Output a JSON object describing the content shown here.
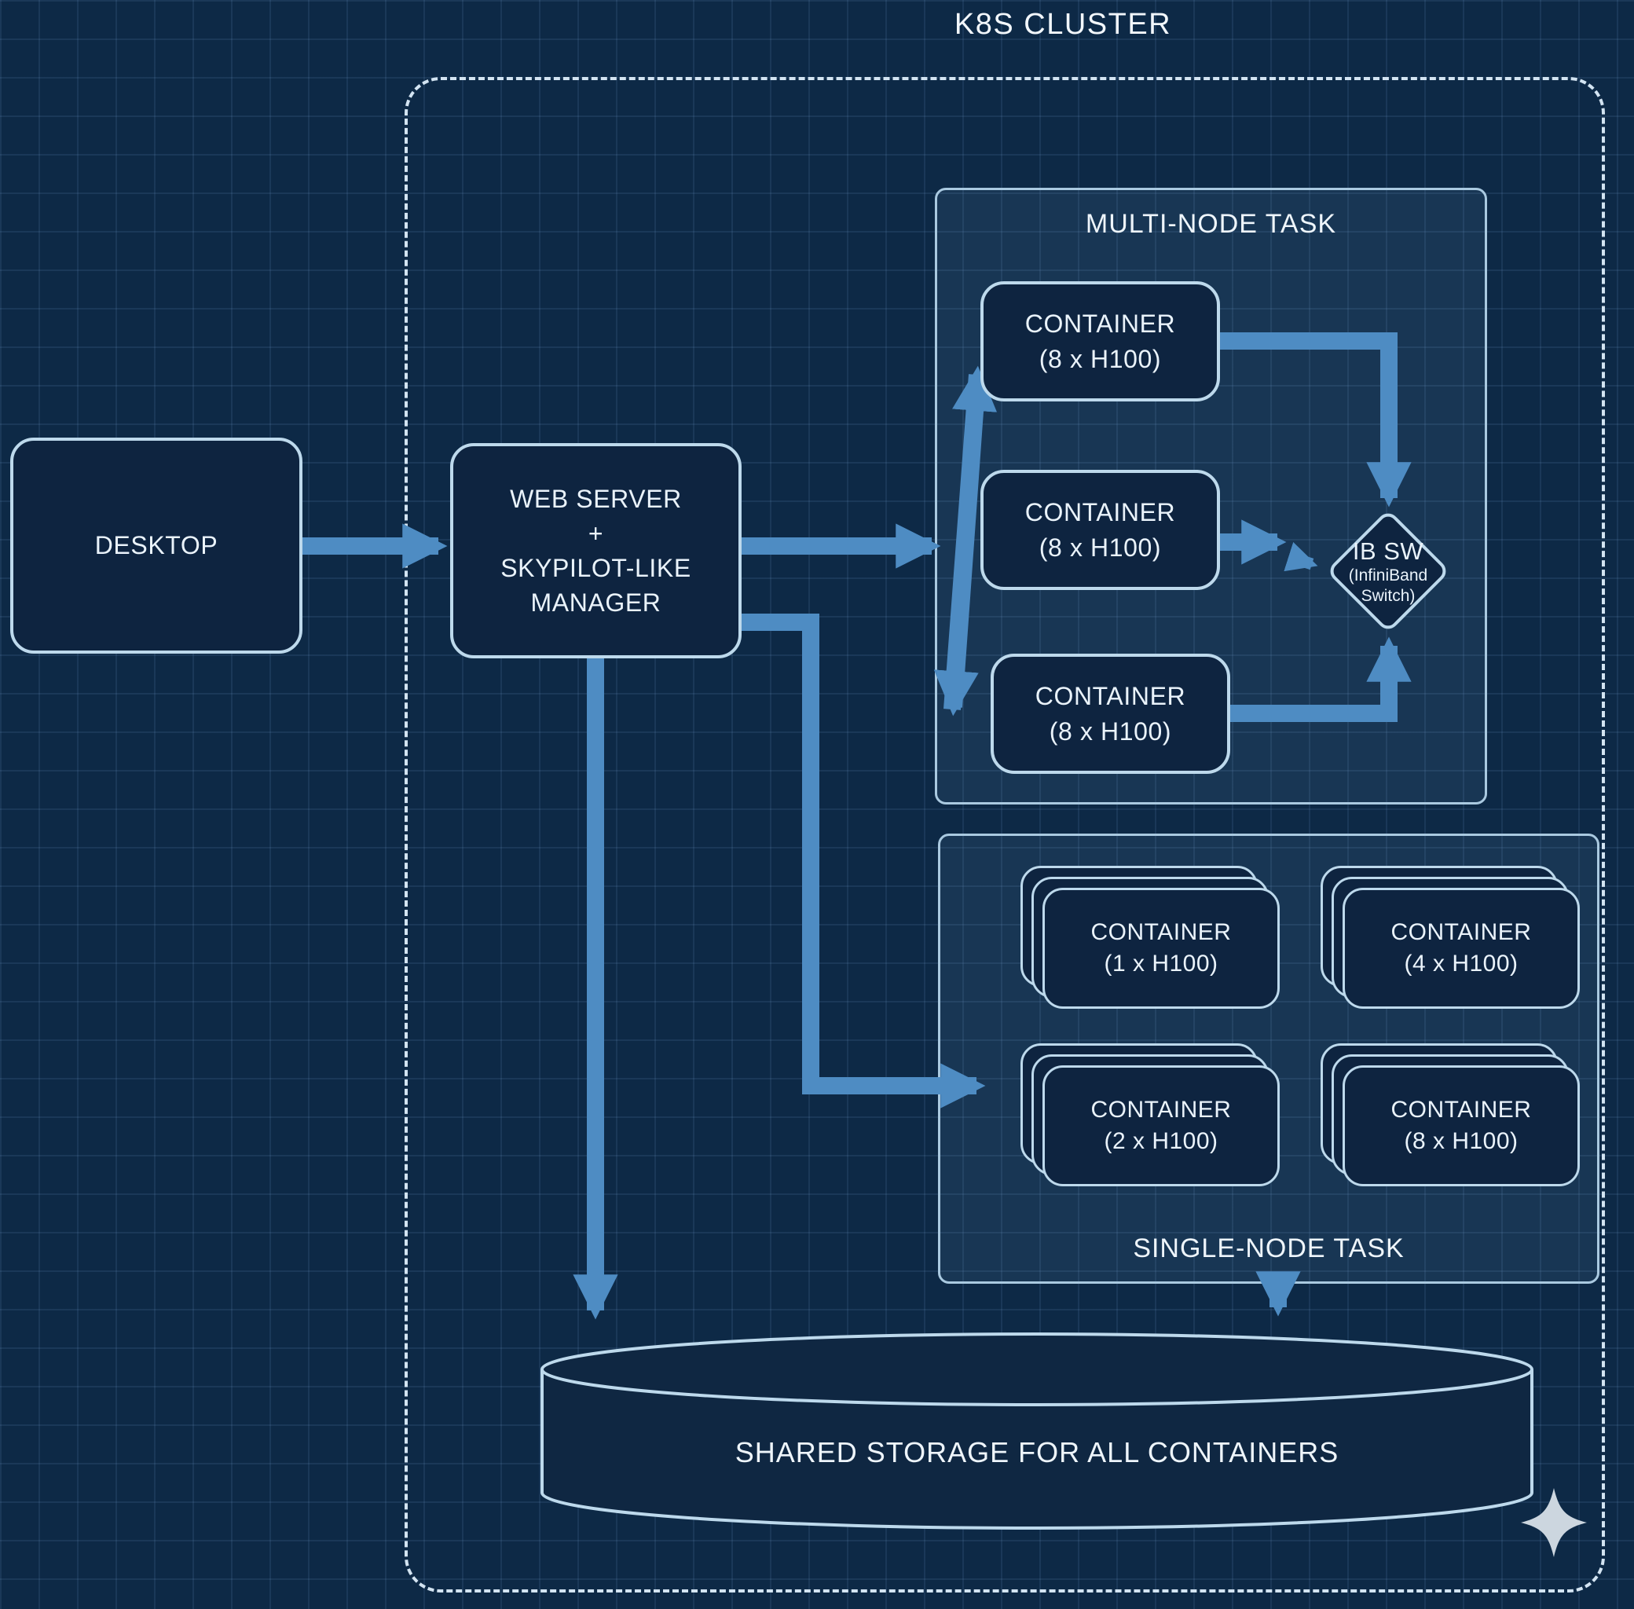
{
  "title": "K8S CLUSTER",
  "desktop": {
    "label": "DESKTOP"
  },
  "manager": {
    "line1": "WEB SERVER",
    "line2": "+",
    "line3": "SKYPILOT-LIKE",
    "line4": "MANAGER"
  },
  "multi_node": {
    "title": "MULTI-NODE TASK",
    "containers": [
      {
        "name": "CONTAINER",
        "gpus": "(8 x H100)"
      },
      {
        "name": "CONTAINER",
        "gpus": "(8 x H100)"
      },
      {
        "name": "CONTAINER",
        "gpus": "(8 x H100)"
      }
    ],
    "ib_switch": {
      "title": "IB SW",
      "sub1": "(InfiniBand",
      "sub2": "Switch)"
    }
  },
  "single_node": {
    "title": "SINGLE-NODE TASK",
    "containers": [
      {
        "name": "CONTAINER",
        "gpus": "(1 x H100)"
      },
      {
        "name": "CONTAINER",
        "gpus": "(4 x H100)"
      },
      {
        "name": "CONTAINER",
        "gpus": "(2 x H100)"
      },
      {
        "name": "CONTAINER",
        "gpus": "(8 x H100)"
      }
    ]
  },
  "storage": {
    "label": "SHARED STORAGE FOR ALL CONTAINERS"
  },
  "colors": {
    "background": "#0d2946",
    "node_fill": "#0e2440",
    "node_border": "#bdd9ec",
    "arrow": "#4e8cc3",
    "panel_border": "#a9c9e0",
    "text": "#eaf3fb"
  }
}
